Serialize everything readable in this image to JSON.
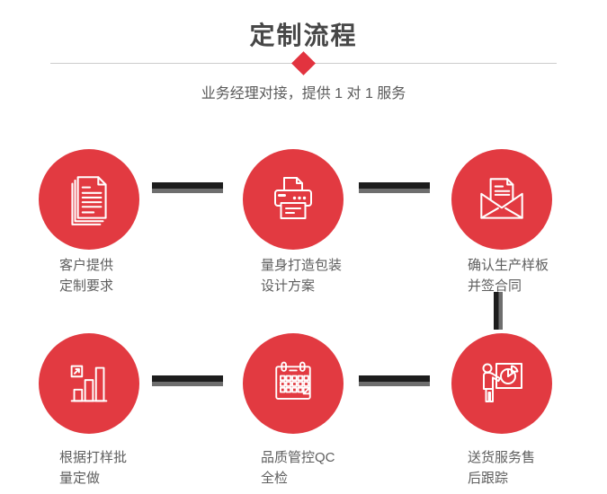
{
  "header": {
    "title": "定制流程",
    "subtitle": "业务经理对接，提供 1 对 1 服务",
    "divider_marker": "diamond-icon"
  },
  "colors": {
    "accent_red": "#e23a41",
    "diamond_red": "#e2333f",
    "title_text": "#474747",
    "label_text": "#5e5e5e",
    "divider_line": "#cccccc",
    "connector_dark": "#1d1d1d",
    "connector_gray": "#6e6e6e"
  },
  "steps": [
    {
      "icon": "documents-icon",
      "line1": "客户提供",
      "line2": "定制要求"
    },
    {
      "icon": "printer-icon",
      "line1": "量身打造包装",
      "line2": "设计方案"
    },
    {
      "icon": "envelope-icon",
      "line1": "确认生产样板",
      "line2": "并签合同"
    },
    {
      "icon": "bar-chart-icon",
      "line1": "根据打样批",
      "line2": "量定做"
    },
    {
      "icon": "calendar-icon",
      "line1": "品质管控QC",
      "line2": "全检"
    },
    {
      "icon": "presenter-icon",
      "line1": "送货服务售",
      "line2": "后跟踪"
    }
  ]
}
